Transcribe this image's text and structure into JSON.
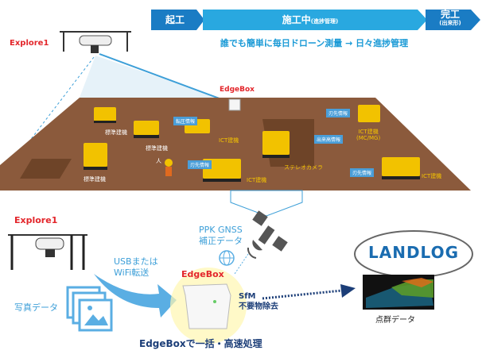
{
  "timeline": {
    "phases": [
      {
        "label": "起工",
        "sub": ""
      },
      {
        "label": "施工中",
        "sub": "(進捗管理)"
      },
      {
        "label": "完工",
        "sub": "(出来形)"
      }
    ],
    "tagline": "誰でも簡単に毎日ドローン測量 → 日々進捗管理"
  },
  "field": {
    "drone_label": "Explore1",
    "edgebox_label": "EdgeBox",
    "standard_machines": [
      "標準建機",
      "標準建機",
      "標準建機"
    ],
    "person_label": "人",
    "tags": [
      "転圧情報",
      "刃先情報",
      "刃先情報",
      "出来高情報",
      "刃先情報"
    ],
    "ict_labels": [
      "ICT建機",
      "ICT建機",
      "ICT建機",
      "ICT建機\n(MC/MG)"
    ],
    "stereo_camera": "ステレオカメラ"
  },
  "process": {
    "drone_label": "Explore1",
    "transfer": "USBまたは\nWiFi転送",
    "photo_label": "写真データ",
    "gnss": "PPK GNSS\n補正データ",
    "edgebox_label": "EdgeBox",
    "sfm": "SfM\n不要物除去",
    "landlog": "LANDLOG",
    "pointcloud_label": "点群データ",
    "caption": "EdgeBoxで一括・高速処理"
  },
  "colors": {
    "dark_blue": "#1a7cc4",
    "light_blue": "#29a8e0",
    "brown": "#8b5a3c",
    "red": "#e3262b",
    "navy": "#1c3e78"
  }
}
